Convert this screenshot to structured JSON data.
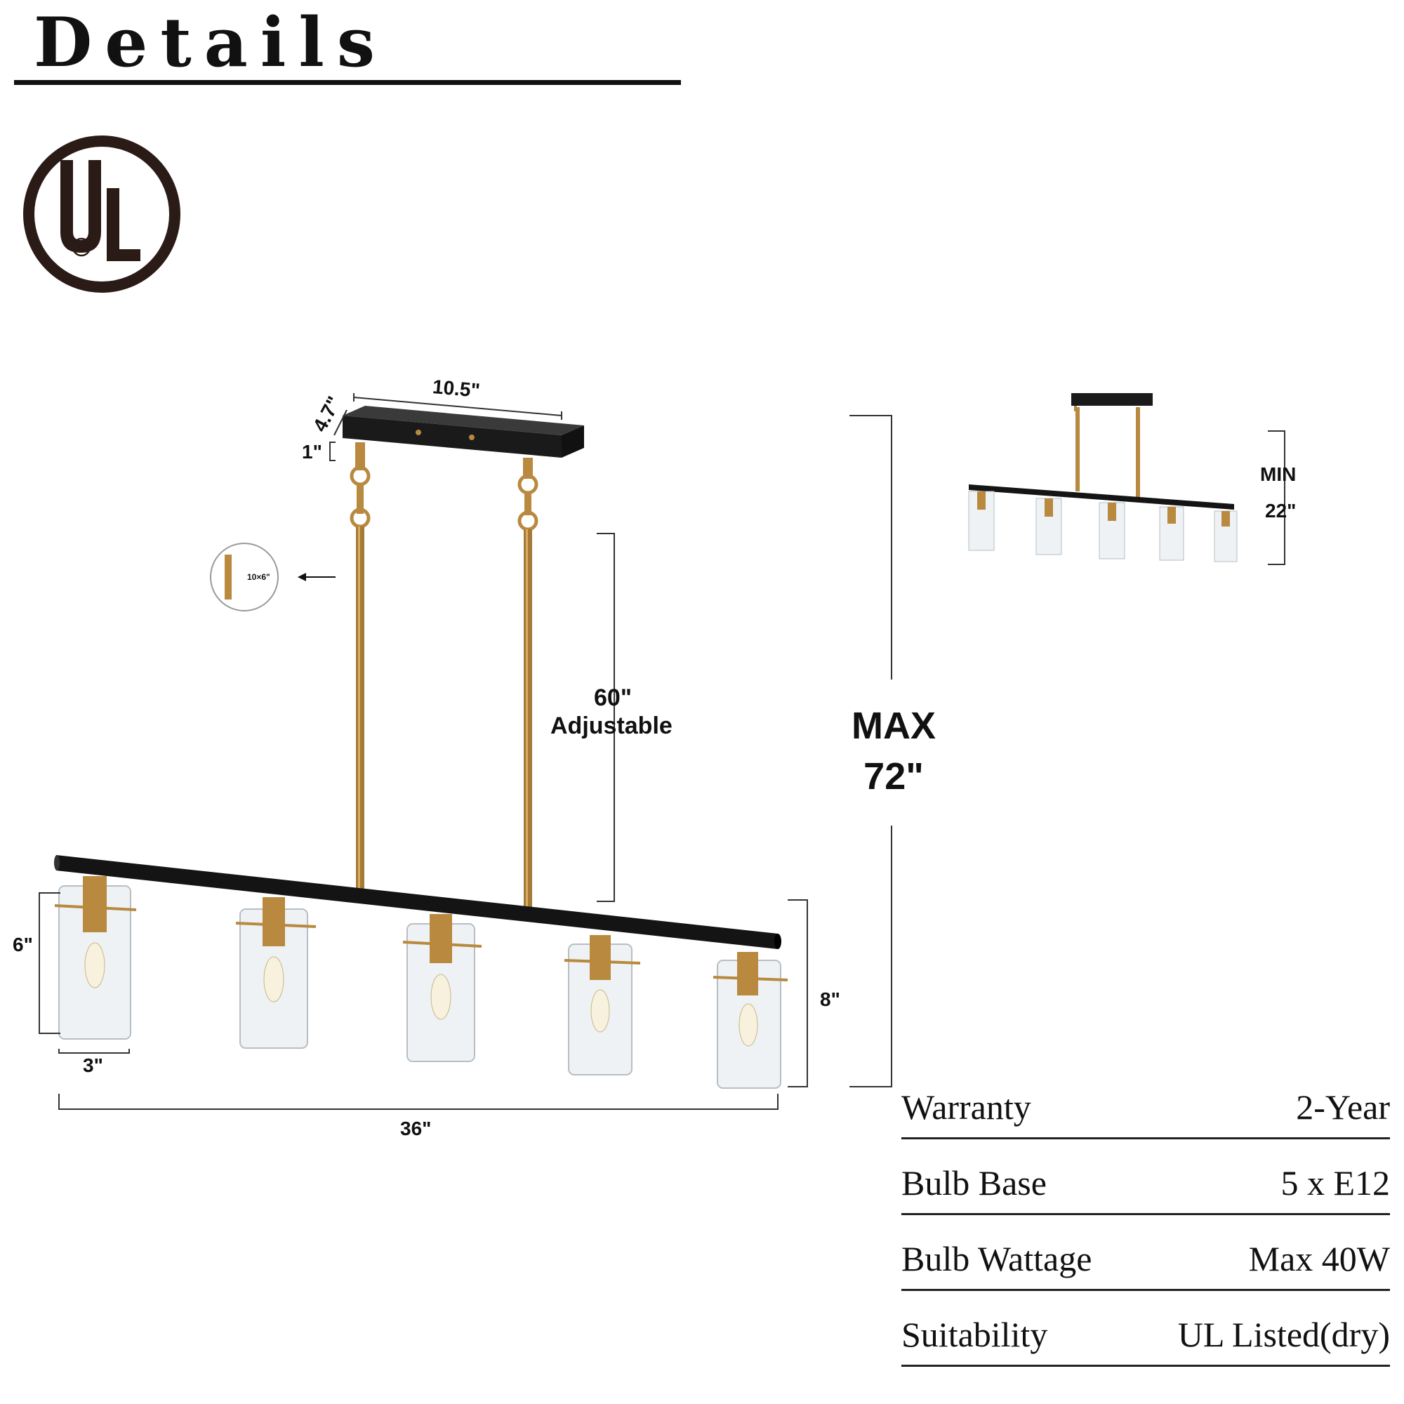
{
  "header": {
    "title": "Details"
  },
  "logo": {
    "name": "ul-listed-logo",
    "text": "UL",
    "registered": "®"
  },
  "dimensions": {
    "canopy_length": "10.5\"",
    "canopy_width": "4.7\"",
    "canopy_height": "1\"",
    "rod_detail": "10×6\"",
    "rod_length": "60\"",
    "rod_note": "Adjustable",
    "max_label": "MAX",
    "max_value": "72\"",
    "min_label": "MIN",
    "min_value": "22\"",
    "shade_height": "6\"",
    "shade_width": "3\"",
    "fixture_height": "8\"",
    "fixture_length": "36\""
  },
  "specs": [
    {
      "label": "Warranty",
      "value": "2-Year"
    },
    {
      "label": "Bulb Base",
      "value": "5 x E12"
    },
    {
      "label": "Bulb Wattage",
      "value": "Max 40W"
    },
    {
      "label": "Suitability",
      "value": "UL Listed(dry)"
    }
  ],
  "colors": {
    "black": "#111111",
    "brass": "#b8893f",
    "glass": "#e9eef1"
  }
}
